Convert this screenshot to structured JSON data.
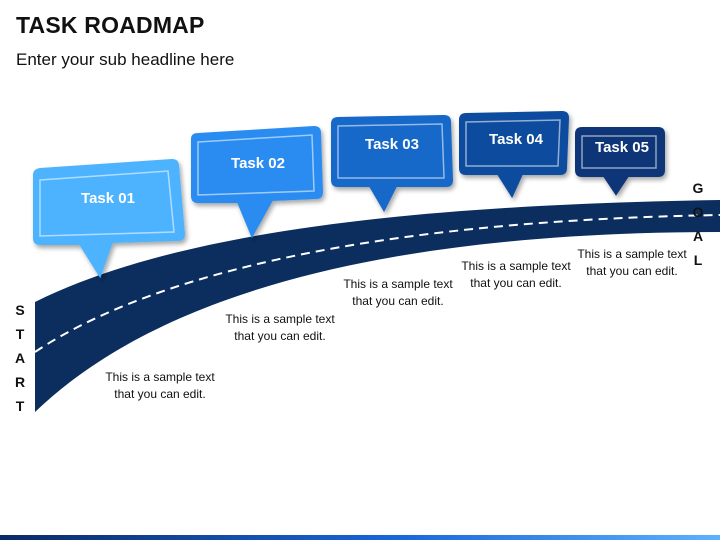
{
  "header": {
    "title": "TASK ROADMAP",
    "subtitle": "Enter your sub headline here"
  },
  "start_label": "S\nT\nA\nR\nT",
  "goal_label": "G\nO\nA\nL",
  "tasks": [
    {
      "label": "Task 01",
      "description": "This is a sample text that you can edit.",
      "color": "#4db3ff"
    },
    {
      "label": "Task 02",
      "description": "This is a sample text that you can edit.",
      "color": "#2a8cf0"
    },
    {
      "label": "Task 03",
      "description": "This is a sample text that you can edit.",
      "color": "#1667c9"
    },
    {
      "label": "Task 04",
      "description": "This is a sample text that you can edit.",
      "color": "#0f4c9e"
    },
    {
      "label": "Task 05",
      "description": "This is a sample text that you can edit.",
      "color": "#0b3677"
    }
  ],
  "road_color": "#0b2e5e"
}
